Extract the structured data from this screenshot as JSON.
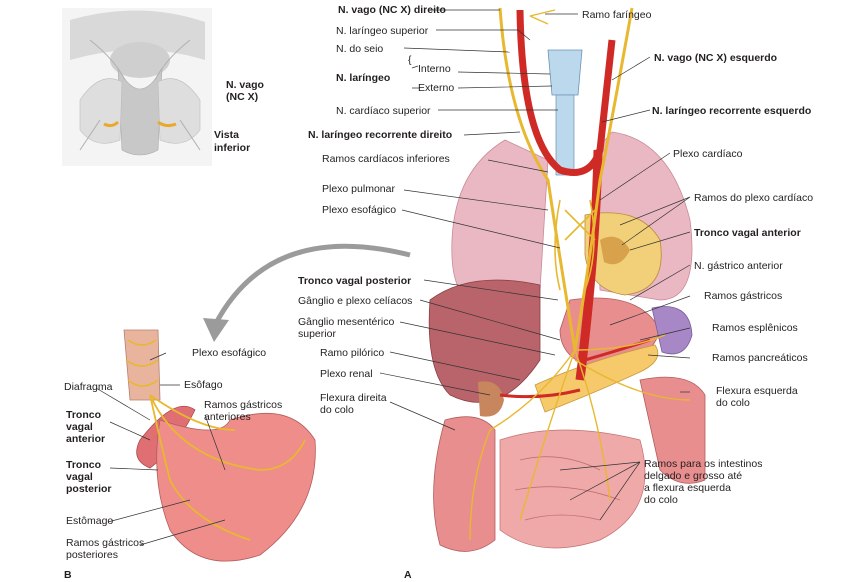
{
  "panels": {
    "a": "A",
    "b": "B"
  },
  "inset": {
    "nerve": [
      "N. vago",
      "(NC X)"
    ],
    "view": [
      "Vista",
      "inferior"
    ]
  },
  "labels_right": {
    "ramo_faringeo": "Ramo faríngeo",
    "vago_esquerdo": "N. vago (NC X) esquerdo",
    "laringeo_rec_esq": "N. laríngeo recorrente esquerdo",
    "plexo_cardiaco": "Plexo cardíaco",
    "ramos_plexo_cardiaco": "Ramos do plexo cardíaco",
    "tronco_anterior": "Tronco vagal anterior",
    "gastrico_anterior": "N. gástrico anterior",
    "ramos_gastricos": "Ramos gástricos",
    "ramos_esplenicos": "Ramos esplênicos",
    "ramos_pancreaticos": "Ramos pancreáticos",
    "flexura_esquerda": [
      "Flexura esquerda",
      "do colo"
    ],
    "ramos_intestinos": [
      "Ramos para os intestinos",
      "delgado e grosso até",
      "a flexura esquerda",
      "do colo"
    ]
  },
  "labels_left": {
    "vago_direito": "N. vago (NC X) direito",
    "laringeo_superior": "N. laríngeo superior",
    "seio": "N. do seio",
    "laringeo": "N. laríngeo",
    "interno": "Interno",
    "externo": "Externo",
    "cardiaco_superior": "N. cardíaco superior",
    "laringeo_rec_dir": "N. laríngeo recorrente direito",
    "ramos_cardiacos_inf": "Ramos cardíacos inferiores",
    "plexo_pulmonar": "Plexo pulmonar",
    "plexo_esofagico": "Plexo esofágico",
    "tronco_posterior": "Tronco vagal posterior",
    "ganglio_celiacos": "Gânglio e plexo celíacos",
    "ganglio_mesenterico": [
      "Gânglio mesentérico",
      "superior"
    ],
    "ramo_pilorico": "Ramo pilórico",
    "plexo_renal": "Plexo renal",
    "flexura_direita": [
      "Flexura direita",
      "do colo"
    ]
  },
  "labels_b": {
    "plexo_esofagico": "Plexo esofágico",
    "esofago": "Esôfago",
    "diafragma": "Diafragma",
    "ramos_gastricos_ant": [
      "Ramos gástricos",
      "anteriores"
    ],
    "tronco_anterior": [
      "Tronco",
      "vagal",
      "anterior"
    ],
    "tronco_posterior": [
      "Tronco",
      "vagal",
      "posterior"
    ],
    "estomago": "Estômago",
    "ramos_gastricos_post": [
      "Ramos gástricos",
      "posteriores"
    ]
  },
  "colors": {
    "nerve": "#e8b830",
    "artery": "#cf2a25",
    "lung": "#eab8c3",
    "gut": "#e88e8e",
    "liver": "#b9646a",
    "pancreas": "#f6c96b",
    "spleen": "#a887c6",
    "arrow": "#9b9b9b"
  }
}
